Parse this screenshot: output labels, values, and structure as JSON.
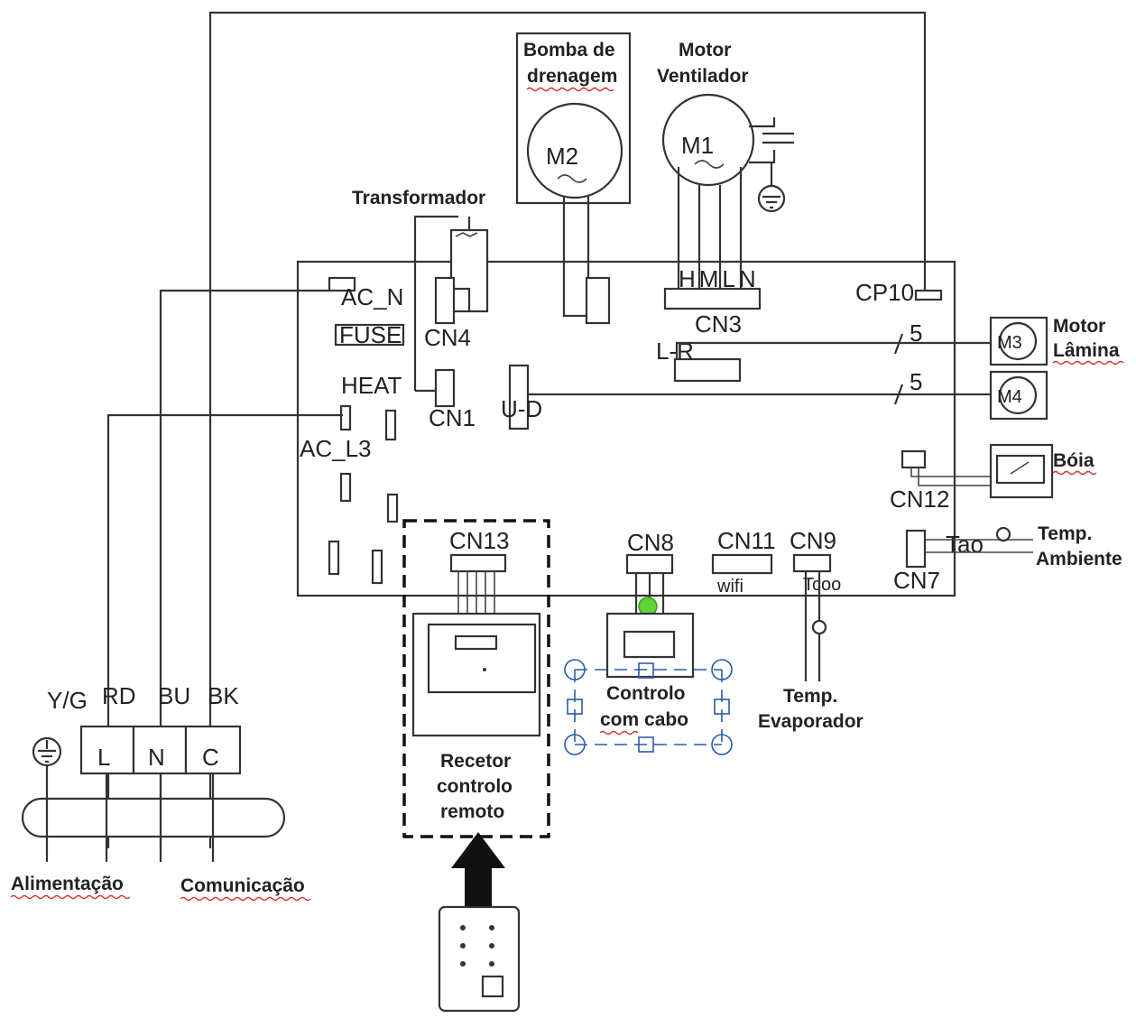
{
  "components": {
    "drain_pump": {
      "line1": "Bomba de",
      "line2": "drenagem",
      "motor": "M2"
    },
    "fan_motor": {
      "line1": "Motor",
      "line2": "Ventilador",
      "motor": "M1"
    },
    "transformer": "Transformador",
    "louver_motor": {
      "line1": "Motor",
      "line2": "Lâmina",
      "motor": "M3"
    },
    "updown_motor": "M4",
    "float_switch": "Bóia",
    "ambient_temp": {
      "line1": "Temp.",
      "line2": "Ambiente"
    },
    "evap_temp": {
      "line1": "Temp.",
      "line2": "Evaporador"
    },
    "wired_control": {
      "line1": "Controlo",
      "line2": "com cabo"
    },
    "remote_receiver": {
      "line1": "Recetor",
      "line2": "controlo",
      "line3": "remoto"
    }
  },
  "board": {
    "ac_n": "AC_N",
    "fuse": "FUSE",
    "heat": "HEAT",
    "ac_l3": "AC_L3",
    "cn1": "CN1",
    "cn3": "CN3",
    "cn4": "CN4",
    "cn7": "CN7",
    "cn8": "CN8",
    "cn9": "CN9",
    "cn11": "CN11",
    "cn12": "CN12",
    "cn13": "CN13",
    "cp10": "CP10",
    "lr": "L-R",
    "ud": "U-D",
    "hmln": "HMLN",
    "wifi": "wifi",
    "tao": "Tao",
    "tcoo": "Tcoo",
    "bus5a": "5",
    "bus5b": "5"
  },
  "terminals": {
    "yg": "Y/G",
    "rd": "RD",
    "bu": "BU",
    "bk": "BK",
    "l": "L",
    "n": "N",
    "c": "C"
  },
  "footer": {
    "power": "Alimentação",
    "communication": "Comunicação"
  },
  "colors": {
    "line": "#333333",
    "indicator": "#5ed33a",
    "selection": "#2a5aa8",
    "spellcheck": "#d43030"
  }
}
